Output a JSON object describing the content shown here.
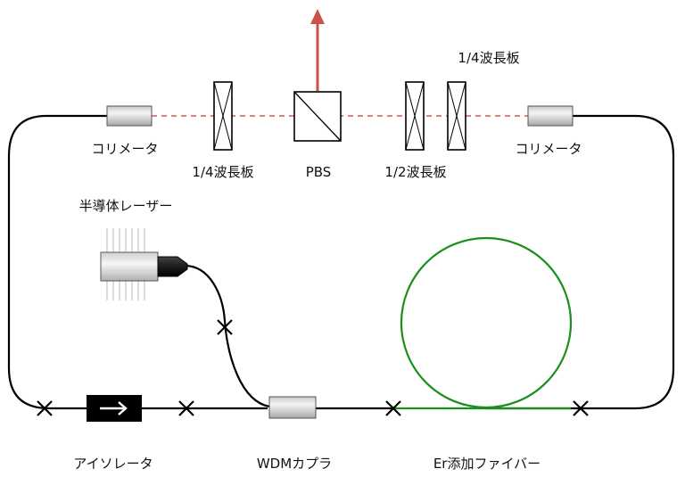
{
  "labels": {
    "collimator_left": "コリメータ",
    "collimator_right": "コリメータ",
    "quarter_wave_plate_left": "1/4波長板",
    "pbs": "PBS",
    "half_wave_plate": "1/2波長板",
    "quarter_wave_plate_right": "1/4波長板",
    "laser_diode": "半導体レーザー",
    "isolator": "アイソレータ",
    "wdm_coupler": "WDMカプラ",
    "er_fiber": "Er添加ファイバー"
  },
  "colors": {
    "fiber": "#000000",
    "er_fiber": "#1a8f1a",
    "beam": "#d9534f",
    "output_arrow": "#c9524a",
    "isolator_body": "#000000"
  },
  "icons": {
    "splice_mark": "x-mark",
    "isolator_arrow": "right-arrow"
  }
}
